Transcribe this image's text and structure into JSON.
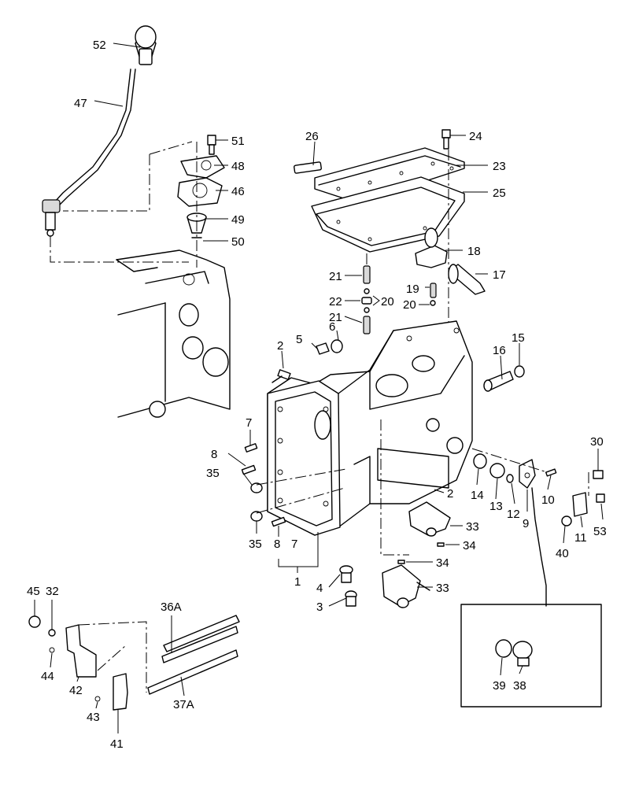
{
  "callouts": [
    {
      "id": "c52",
      "text": "52"
    },
    {
      "id": "c47",
      "text": "47"
    },
    {
      "id": "c51",
      "text": "51"
    },
    {
      "id": "c48",
      "text": "48"
    },
    {
      "id": "c46",
      "text": "46"
    },
    {
      "id": "c49",
      "text": "49"
    },
    {
      "id": "c50",
      "text": "50"
    },
    {
      "id": "c26",
      "text": "26"
    },
    {
      "id": "c24",
      "text": "24"
    },
    {
      "id": "c23",
      "text": "23"
    },
    {
      "id": "c25",
      "text": "25"
    },
    {
      "id": "c18",
      "text": "18"
    },
    {
      "id": "c17",
      "text": "17"
    },
    {
      "id": "c21a",
      "text": "21"
    },
    {
      "id": "c19",
      "text": "19"
    },
    {
      "id": "c22",
      "text": "22"
    },
    {
      "id": "c20a",
      "text": "20"
    },
    {
      "id": "c20b",
      "text": "20"
    },
    {
      "id": "c21b",
      "text": "21"
    },
    {
      "id": "c6",
      "text": "6"
    },
    {
      "id": "c5",
      "text": "5"
    },
    {
      "id": "c2a",
      "text": "2"
    },
    {
      "id": "c16",
      "text": "16"
    },
    {
      "id": "c15",
      "text": "15"
    },
    {
      "id": "c7a",
      "text": "7"
    },
    {
      "id": "c8a",
      "text": "8"
    },
    {
      "id": "c35a",
      "text": "35"
    },
    {
      "id": "c35b",
      "text": "35"
    },
    {
      "id": "c8b",
      "text": "8"
    },
    {
      "id": "c7b",
      "text": "7"
    },
    {
      "id": "c1",
      "text": "1"
    },
    {
      "id": "c14",
      "text": "14"
    },
    {
      "id": "c13",
      "text": "13"
    },
    {
      "id": "c12",
      "text": "12"
    },
    {
      "id": "c9",
      "text": "9"
    },
    {
      "id": "c10",
      "text": "10"
    },
    {
      "id": "c11",
      "text": "11"
    },
    {
      "id": "c40",
      "text": "40"
    },
    {
      "id": "c30",
      "text": "30"
    },
    {
      "id": "c53",
      "text": "53"
    },
    {
      "id": "c2b",
      "text": "2"
    },
    {
      "id": "c33a",
      "text": "33"
    },
    {
      "id": "c34a",
      "text": "34"
    },
    {
      "id": "c34b",
      "text": "34"
    },
    {
      "id": "c33b",
      "text": "33"
    },
    {
      "id": "c4",
      "text": "4"
    },
    {
      "id": "c3",
      "text": "3"
    },
    {
      "id": "c39",
      "text": "39"
    },
    {
      "id": "c38",
      "text": "38"
    },
    {
      "id": "c45",
      "text": "45"
    },
    {
      "id": "c32",
      "text": "32"
    },
    {
      "id": "c36A",
      "text": "36A"
    },
    {
      "id": "c44",
      "text": "44"
    },
    {
      "id": "c42",
      "text": "42"
    },
    {
      "id": "c37A",
      "text": "37A"
    },
    {
      "id": "c43",
      "text": "43"
    },
    {
      "id": "c41",
      "text": "41"
    }
  ]
}
